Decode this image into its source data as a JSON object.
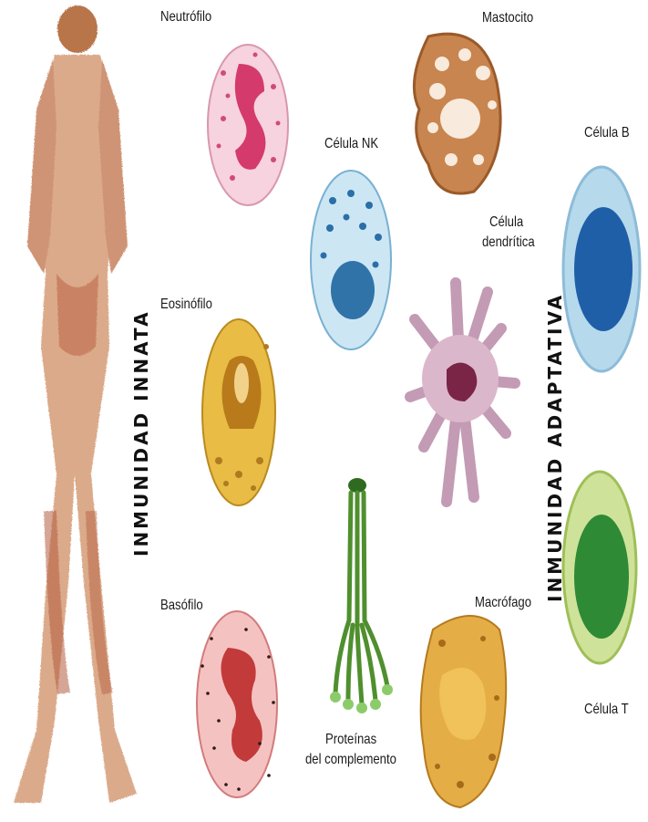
{
  "labels": {
    "neutrofilo": "Neutrófilo",
    "mastocito": "Mastocito",
    "celula_nk": "Célula NK",
    "celula_b": "Célula B",
    "celula_dendritica_1": "Célula",
    "celula_dendritica_2": "dendrítica",
    "eosinofilo": "Eosinófilo",
    "basofilo": "Basófilo",
    "macrofago": "Macrófago",
    "proteinas_1": "Proteínas",
    "proteinas_2": "del complemento",
    "celula_t": "Célula T"
  },
  "sections": {
    "innata": "INMUNIDAD INNATA",
    "adaptativa": "INMUNIDAD ADAPTATIVA"
  },
  "colors": {
    "neutrofilo": "#e9a7bd",
    "neutrofilo_nucleus": "#d43a6b",
    "mastocito": "#b8703a",
    "nk_cell": "#b8d8ea",
    "nk_nucleus": "#2f73a8",
    "b_cell": "#a9cfe6",
    "b_nucleus": "#1f5fa8",
    "dendritic": "#cfa5c0",
    "dendritic_nucleus": "#7a2446",
    "eosinofilo": "#e6b73a",
    "eosinofilo_nucleus": "#b87a1a",
    "basofilo": "#f1b0b0",
    "basofilo_nucleus": "#c23a3a",
    "macrofago": "#e3a73a",
    "complemento": "#5fa43a",
    "t_cell": "#c5dc8a",
    "t_nucleus": "#2e8a35",
    "figure": "#c98e6a"
  }
}
